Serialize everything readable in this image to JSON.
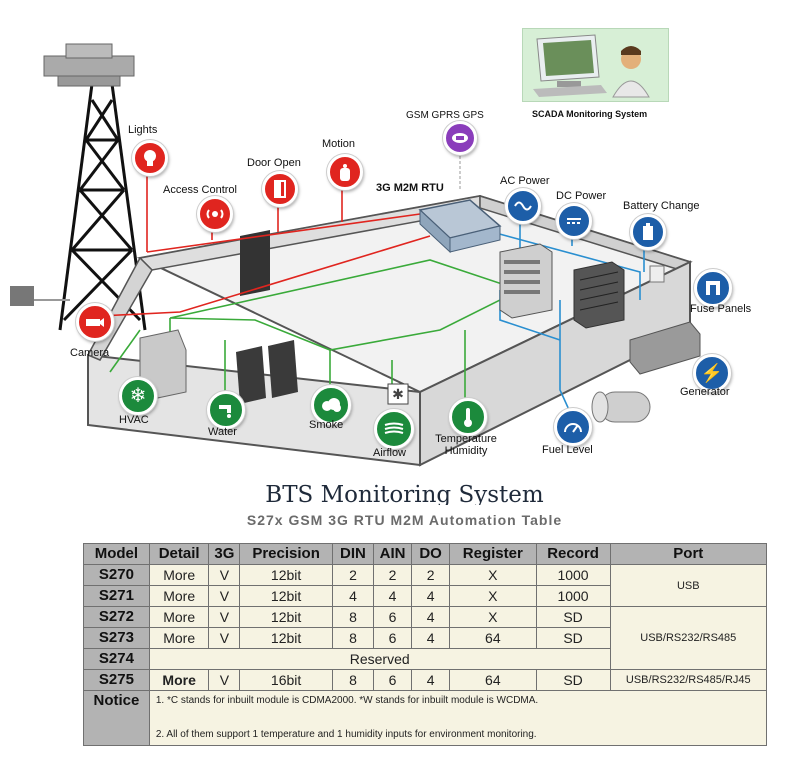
{
  "diagram": {
    "labels": {
      "lights": "Lights",
      "door_open": "Door Open",
      "motion": "Motion",
      "access_control": "Access Control",
      "camera": "Camera",
      "hvac": "HVAC",
      "water": "Water",
      "smoke": "Smoke",
      "airflow": "Airflow",
      "temperature_humidity_1": "Temperature",
      "temperature_humidity_2": "Humidity",
      "fuel_level": "Fuel Level",
      "generator": "Generator",
      "fuse_panels": "Fuse Panels",
      "battery_change": "Battery Change",
      "dc_power": "DC Power",
      "ac_power": "AC Power",
      "rtu": "3G M2M RTU",
      "gsm": "GSM GPRS GPS",
      "scada": "SCADA Monitoring System"
    },
    "colors": {
      "red_line": "#e0251f",
      "green_line": "#3aaa3a",
      "blue_line": "#2a8fd0",
      "floor": "#f0f0f0",
      "wall": "#dcdcdc"
    }
  },
  "title": "BTS Monitoring System",
  "subtitle": "S27x GSM 3G RTU M2M Automation Table",
  "table": {
    "headers": [
      "Model",
      "Detail",
      "3G",
      "Precision",
      "DIN",
      "AIN",
      "DO",
      "Register",
      "Record",
      "Port"
    ],
    "rows": [
      {
        "model": "S270",
        "detail": "More",
        "g3": "V",
        "precision": "12bit",
        "din": "2",
        "ain": "2",
        "do": "2",
        "register": "X",
        "record": "1000"
      },
      {
        "model": "S271",
        "detail": "More",
        "g3": "V",
        "precision": "12bit",
        "din": "4",
        "ain": "4",
        "do": "4",
        "register": "X",
        "record": "1000"
      },
      {
        "model": "S272",
        "detail": "More",
        "g3": "V",
        "precision": "12bit",
        "din": "8",
        "ain": "6",
        "do": "4",
        "register": "X",
        "record": "SD"
      },
      {
        "model": "S273",
        "detail": "More",
        "g3": "V",
        "precision": "12bit",
        "din": "8",
        "ain": "6",
        "do": "4",
        "register": "64",
        "record": "SD"
      },
      {
        "model": "S274",
        "reserved": "Reserved"
      },
      {
        "model": "S275",
        "detail": "More",
        "g3": "V",
        "precision": "16bit",
        "din": "8",
        "ain": "6",
        "do": "4",
        "register": "64",
        "record": "SD"
      }
    ],
    "ports": {
      "usb": "USB",
      "usb_rs": "USB/RS232/RS485",
      "usb_rs_rj": "USB/RS232/RS485/RJ45"
    },
    "notice_label": "Notice",
    "notices": [
      "1. *C stands for inbuilt module is CDMA2000. *W stands for inbuilt module is WCDMA.",
      "2. All of them support 1 temperature and 1 humidity inputs for environment monitoring."
    ]
  }
}
